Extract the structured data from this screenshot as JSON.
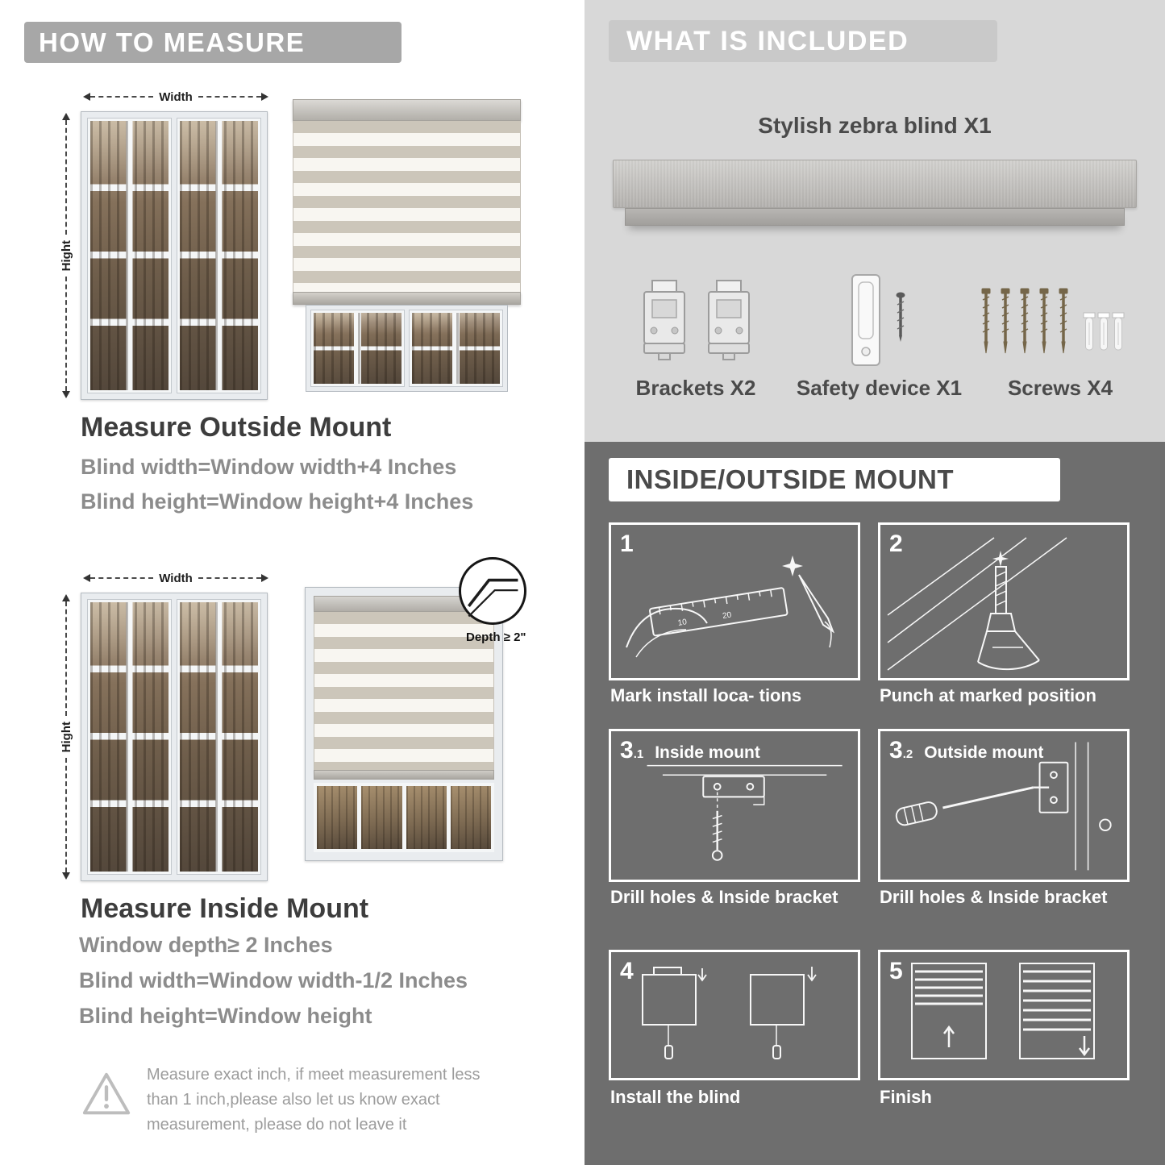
{
  "colors": {
    "left_header_bg": "#a7a7a7",
    "included_bg": "#d8d8d8",
    "included_header_bg": "#c9c9c9",
    "mount_bg": "#6e6e6e",
    "heading_text": "#3d3d3d",
    "formula_text": "#8c8c8c"
  },
  "measure": {
    "header": "HOW TO MEASURE",
    "outside": {
      "width_label": "Width",
      "height_label": "Hight",
      "title": "Measure Outside Mount",
      "lines": [
        "Blind width=Window width+4 Inches",
        "Blind height=Window height+4 Inches"
      ]
    },
    "inside": {
      "width_label": "Width",
      "height_label": "Hight",
      "depth_label": "Depth ≥ 2\"",
      "title": "Measure Inside Mount",
      "lines": [
        "Window depth≥ 2 Inches",
        "Blind width=Window width-1/2 Inches",
        "Blind height=Window height"
      ]
    },
    "warning_icon": "exclamation-triangle-icon",
    "warning_text": "Measure exact inch, if meet measurement less than 1 inch,please also let us know exact measurement, please do not leave it"
  },
  "included": {
    "header": "WHAT IS INCLUDED",
    "blind_label": "Stylish zebra blind X1",
    "items": [
      {
        "icon": "bracket-icon",
        "label": "Brackets X2"
      },
      {
        "icon": "safety-device-icon",
        "label": "Safety device X1"
      },
      {
        "icon": "screws-icon",
        "label": "Screws X4"
      }
    ]
  },
  "mount": {
    "header": "INSIDE/OUTSIDE MOUNT",
    "steps": [
      {
        "num": "1",
        "sub": "",
        "title": "",
        "caption": "Mark install loca- tions"
      },
      {
        "num": "2",
        "sub": "",
        "title": "",
        "caption": "Punch at  marked position"
      },
      {
        "num": "3",
        "sub": ".1",
        "title": "Inside mount",
        "caption": "Drill holes &  Inside bracket"
      },
      {
        "num": "3",
        "sub": ".2",
        "title": "Outside mount",
        "caption": "Drill holes &  Inside bracket"
      },
      {
        "num": "4",
        "sub": "",
        "title": "",
        "caption": "Install the blind"
      },
      {
        "num": "5",
        "sub": "",
        "title": "",
        "caption": "Finish"
      }
    ]
  }
}
